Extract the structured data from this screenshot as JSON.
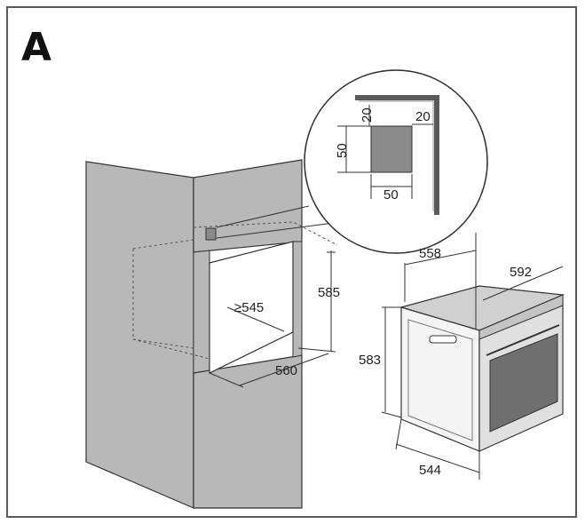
{
  "panel": {
    "letter": "A"
  },
  "dimensions": {
    "cutout_depth": "≥545",
    "cutout_height": "585",
    "cutout_width": "560",
    "vent_top": "20",
    "vent_right": "20",
    "vent_height": "50",
    "vent_width": "50",
    "oven_width": "558",
    "oven_depth": "592",
    "oven_height": "583",
    "oven_front_width": "544"
  },
  "colors": {
    "frame": "#5a5a5a",
    "cabinet_fill": "#b8b8b8",
    "vent_fill": "#8a8a8a",
    "oven_window": "#6f6f6f",
    "line": "#333333"
  }
}
